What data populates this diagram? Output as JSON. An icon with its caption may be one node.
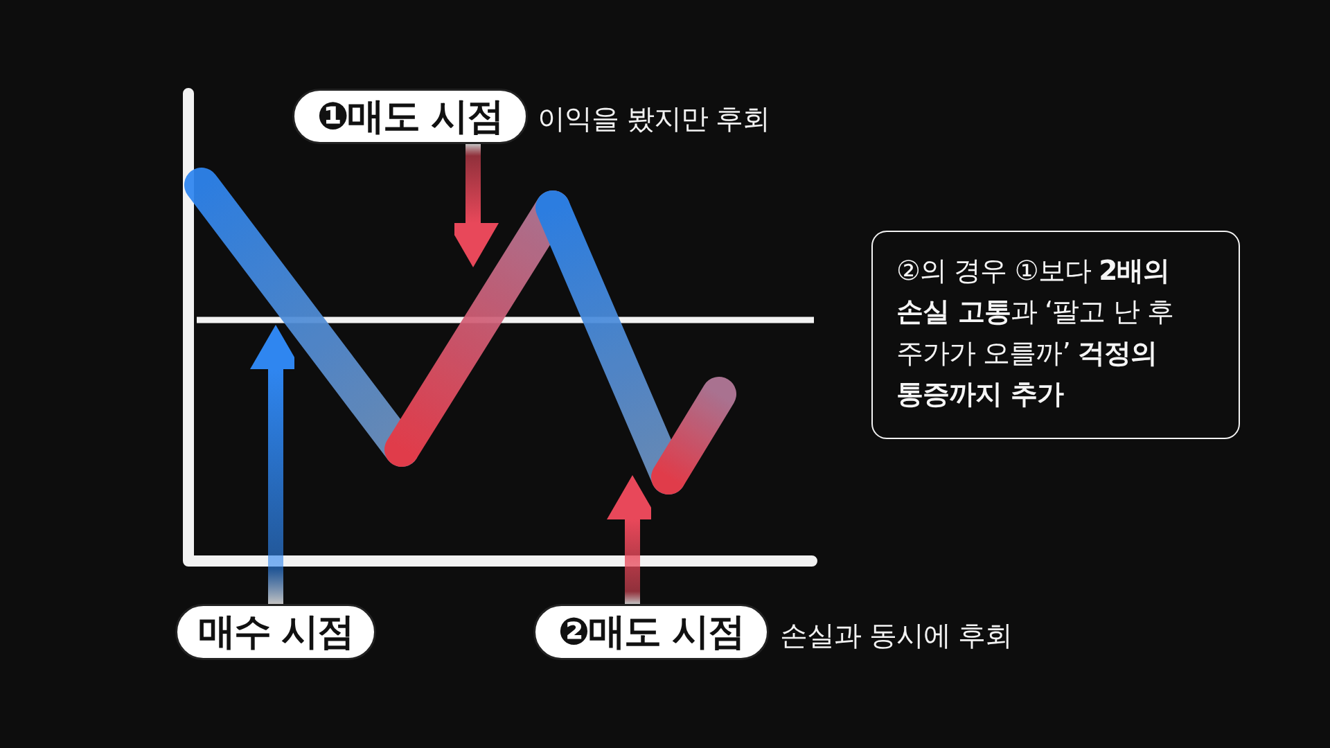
{
  "diagram": {
    "nodes": [
      {
        "text": [
          "❶매도 시점"
        ],
        "beside": [
          "이익을 봤지만 후회"
        ]
      },
      {
        "text": [
          "매수 시점"
        ]
      },
      {
        "text": [
          "❷매도 시점"
        ],
        "beside": [
          "손실과 동시에 후회"
        ]
      },
      {
        "text": [
          "②의 경우 ①보다 **2배의 손실 고통**과 ‘팔고 난 후 주가가 오를까’ **걱정의 통증까지 추가**"
        ]
      }
    ],
    "edges": [
      {
        "from": 0,
        "to": null,
        "arrow": "to",
        "style": "thick",
        "color": "#e8485a"
      },
      {
        "from": 1,
        "to": null,
        "arrow": "to",
        "style": "thick",
        "color": "#2f86f0"
      },
      {
        "from": 2,
        "to": null,
        "arrow": "to",
        "style": "thick",
        "color": "#e8485a"
      }
    ]
  }
}
